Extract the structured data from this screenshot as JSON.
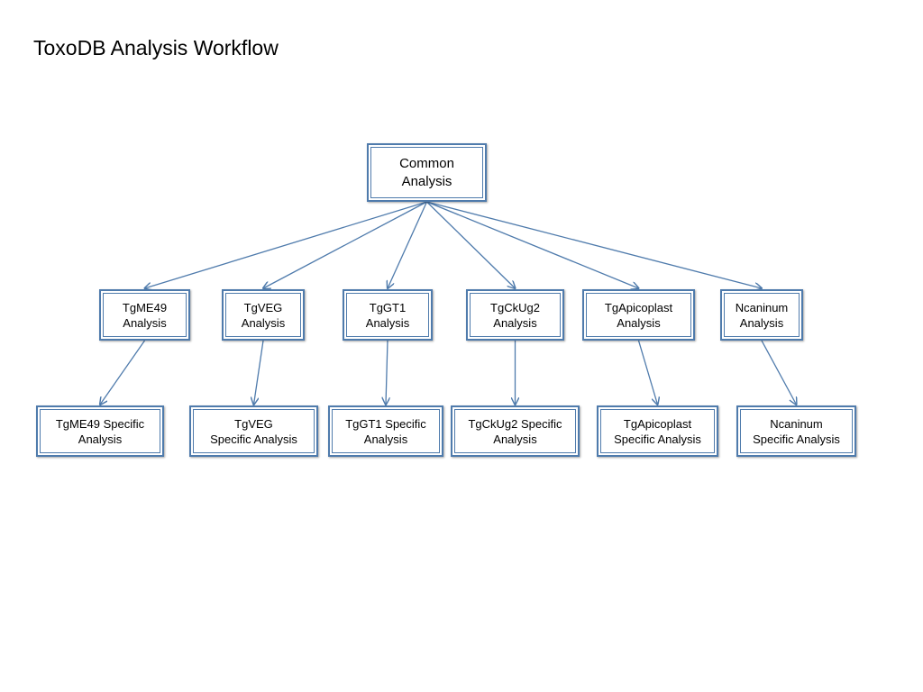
{
  "title": "ToxoDB Analysis Workflow",
  "colors": {
    "border": "#4f7bac",
    "edge": "#4f7bac"
  },
  "nodes": {
    "common": "Common\nAnalysis",
    "tgme49": "TgME49\nAnalysis",
    "tgveg": "TgVEG\nAnalysis",
    "tggt1": "TgGT1\nAnalysis",
    "tgckug2": "TgCkUg2\nAnalysis",
    "tgapicoplast": "TgApicoplast\nAnalysis",
    "ncaninum": "Ncaninum\nAnalysis",
    "tgme49_specific": "TgME49 Specific\nAnalysis",
    "tgveg_specific": "TgVEG\nSpecific Analysis",
    "tggt1_specific": "TgGT1 Specific\nAnalysis",
    "tgckug2_specific": "TgCkUg2 Specific\nAnalysis",
    "tgapicoplast_specific": "TgApicoplast\nSpecific Analysis",
    "ncaninum_specific": "Ncaninum\nSpecific Analysis"
  },
  "edges": [
    [
      "common",
      "tgme49"
    ],
    [
      "common",
      "tgveg"
    ],
    [
      "common",
      "tggt1"
    ],
    [
      "common",
      "tgckug2"
    ],
    [
      "common",
      "tgapicoplast"
    ],
    [
      "common",
      "ncaninum"
    ],
    [
      "tgme49",
      "tgme49_specific"
    ],
    [
      "tgveg",
      "tgveg_specific"
    ],
    [
      "tggt1",
      "tggt1_specific"
    ],
    [
      "tgckug2",
      "tgckug2_specific"
    ],
    [
      "tgapicoplast",
      "tgapicoplast_specific"
    ],
    [
      "ncaninum",
      "ncaninum_specific"
    ]
  ]
}
